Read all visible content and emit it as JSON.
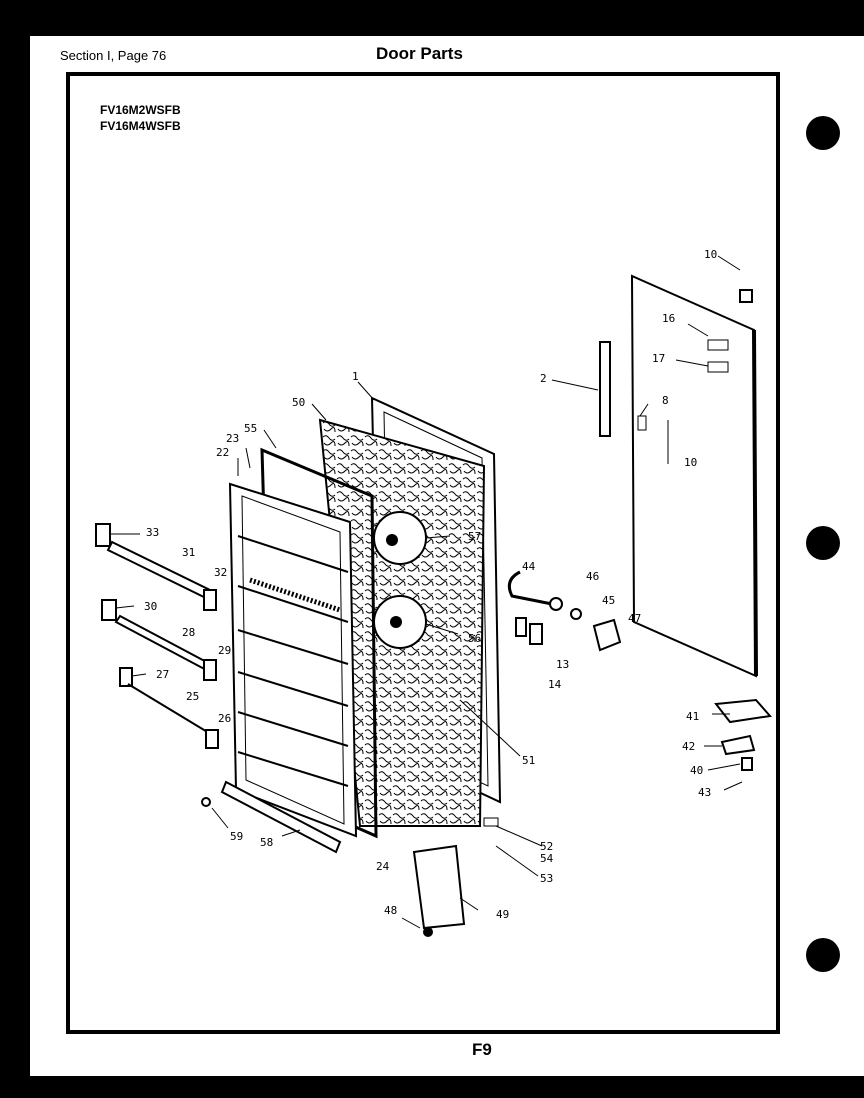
{
  "header": {
    "section_page": "Section I, Page 76",
    "title": "Door Parts"
  },
  "models": [
    "FV16M2WSFB",
    "FV16M4WSFB"
  ],
  "footer": "F9",
  "part_labels": [
    "1",
    "2",
    "8",
    "10",
    "10",
    "13",
    "14",
    "16",
    "17",
    "22",
    "23",
    "24",
    "25",
    "26",
    "27",
    "28",
    "29",
    "30",
    "31",
    "32",
    "33",
    "40",
    "41",
    "42",
    "43",
    "44",
    "45",
    "46",
    "47",
    "48",
    "49",
    "50",
    "51",
    "52",
    "53",
    "54",
    "55",
    "56",
    "57",
    "58",
    "59"
  ]
}
